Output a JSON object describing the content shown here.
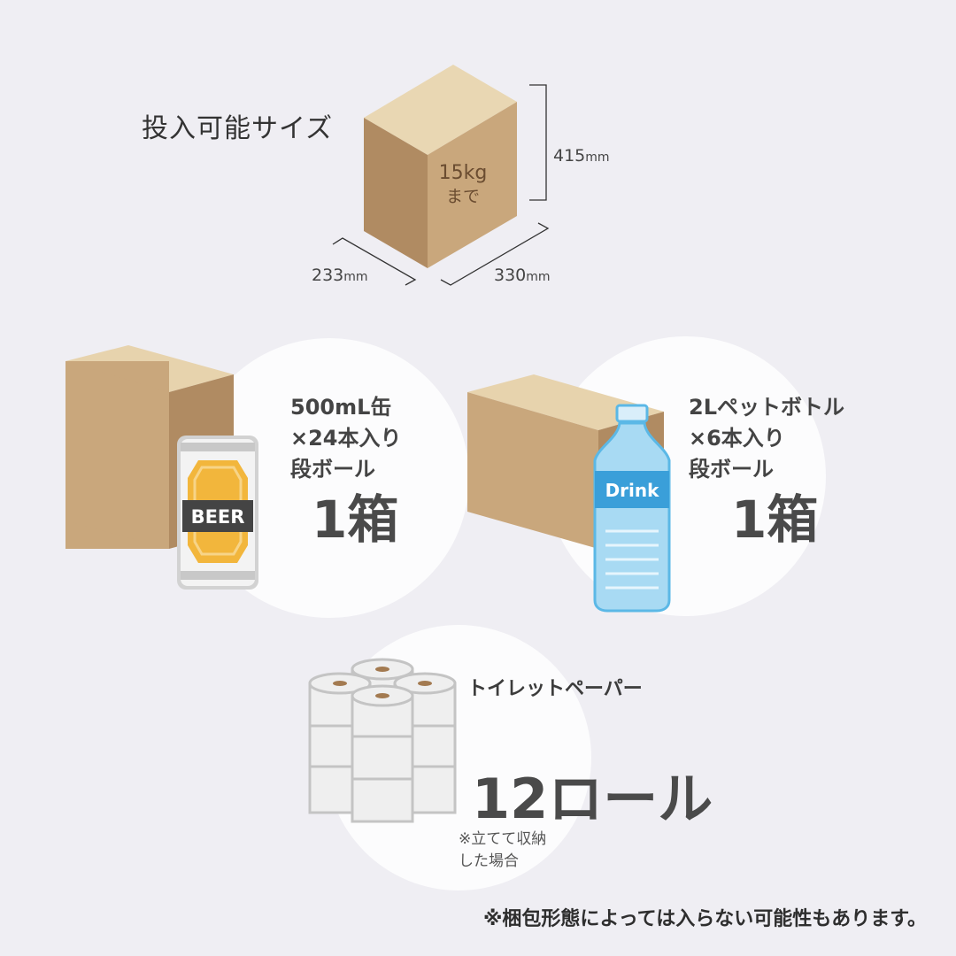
{
  "heading": "投入可能サイズ",
  "box_dimensions": {
    "height": "415",
    "depth": "233",
    "width": "330",
    "unit": "mm",
    "weight_line1": "15kg",
    "weight_line2": "まで"
  },
  "items": {
    "beer": {
      "label": "BEER",
      "line1": "500mL缶",
      "line2": "×24本入り",
      "line3": "段ボール",
      "count": "1箱"
    },
    "drink": {
      "label": "Drink",
      "line1": "2Lペットボトル",
      "line2": "×6本入り",
      "line3": "段ボール",
      "count": "1箱"
    },
    "toilet_paper": {
      "title": "トイレットペーパー",
      "count": "12ロール",
      "note_line1": "※立てて収納",
      "note_line2": "した場合"
    }
  },
  "footnote": "※梱包形態によっては入らない可能性もあります。",
  "colors": {
    "background": "#efeef3",
    "circle": "#fcfcfd",
    "box_top": "#e9d7b3",
    "box_front": "#c9a77c",
    "box_side": "#b08b62",
    "can_body": "#f2b63c",
    "bottle": "#9fd4f0",
    "bottle_label": "#3a9fd9"
  }
}
